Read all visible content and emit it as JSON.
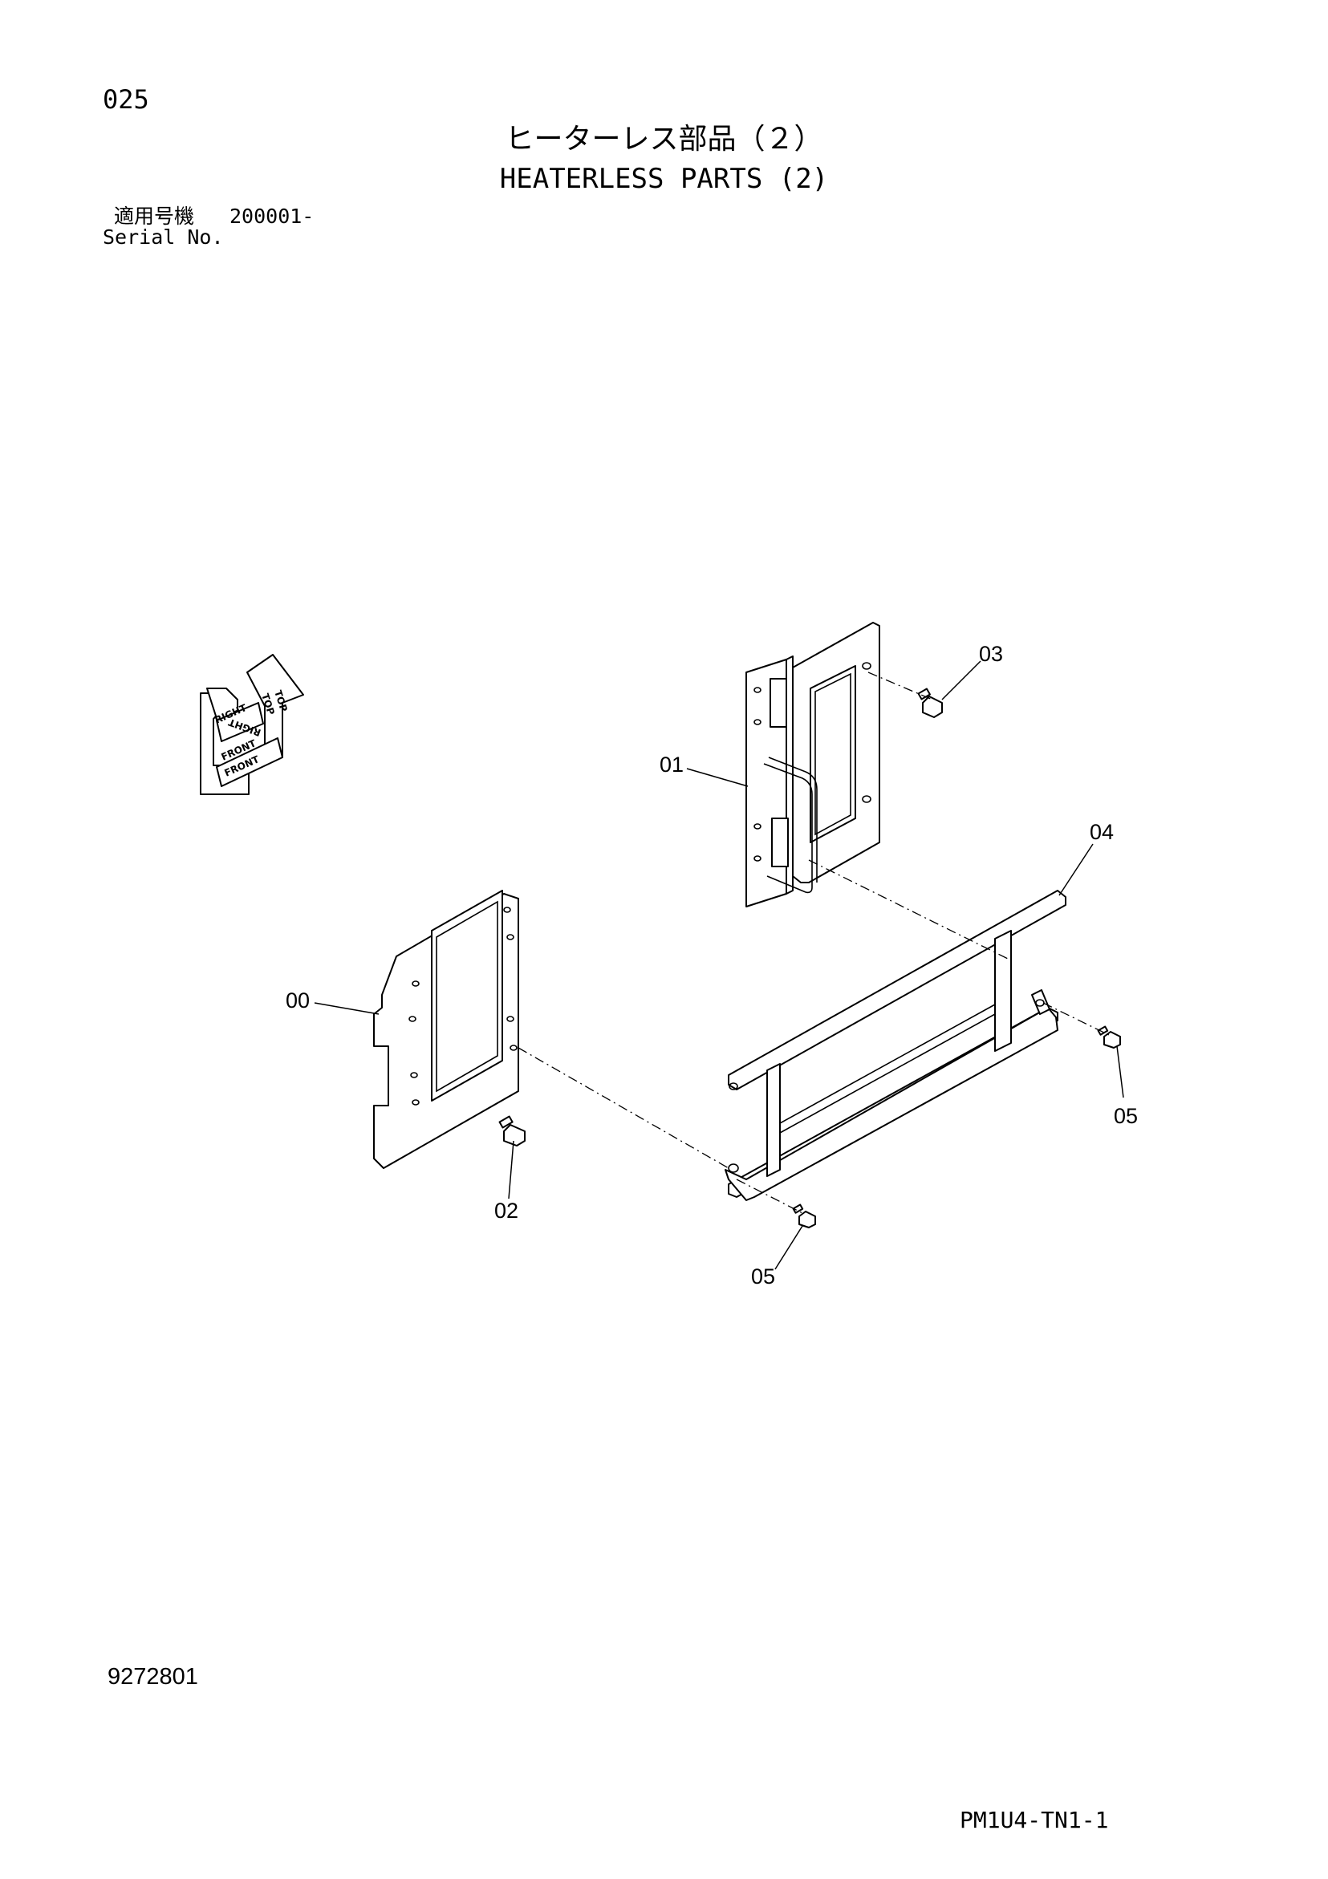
{
  "header": {
    "page_number": "025",
    "title_jp": "ヒーターレス部品（２）",
    "title_en": "HEATERLESS PARTS (2)",
    "serial_label_jp": "適用号機",
    "serial_value": "200001-",
    "serial_label_en": "Serial No."
  },
  "orientation_indicator": {
    "labels": [
      "TOP",
      "RIGHT",
      "FRONT",
      "TOP",
      "RIGHT",
      "FRONT"
    ]
  },
  "callouts": {
    "part_00": "00",
    "part_01": "01",
    "part_02": "02",
    "part_03": "03",
    "part_04": "04",
    "part_05a": "05",
    "part_05b": "05"
  },
  "footer": {
    "drawing_number": "9272801",
    "figure_code": "PM1U4-TN1-1"
  }
}
